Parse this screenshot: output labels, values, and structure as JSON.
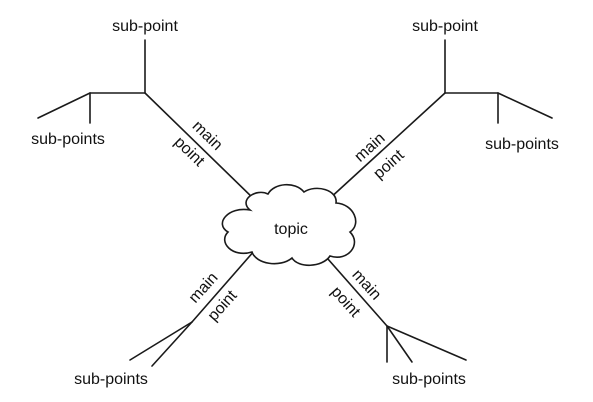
{
  "diagram": {
    "topic": "topic",
    "branches": [
      {
        "id": "upper-left",
        "main_line1": "main",
        "main_line2": "point",
        "sub_single": "sub-point",
        "sub_multi": "sub-points"
      },
      {
        "id": "upper-right",
        "main_line1": "main",
        "main_line2": "point",
        "sub_single": "sub-point",
        "sub_multi": "sub-points"
      },
      {
        "id": "lower-left",
        "main_line1": "main",
        "main_line2": "point",
        "sub_multi": "sub-points"
      },
      {
        "id": "lower-right",
        "main_line1": "main",
        "main_line2": "point",
        "sub_multi": "sub-points"
      }
    ]
  }
}
